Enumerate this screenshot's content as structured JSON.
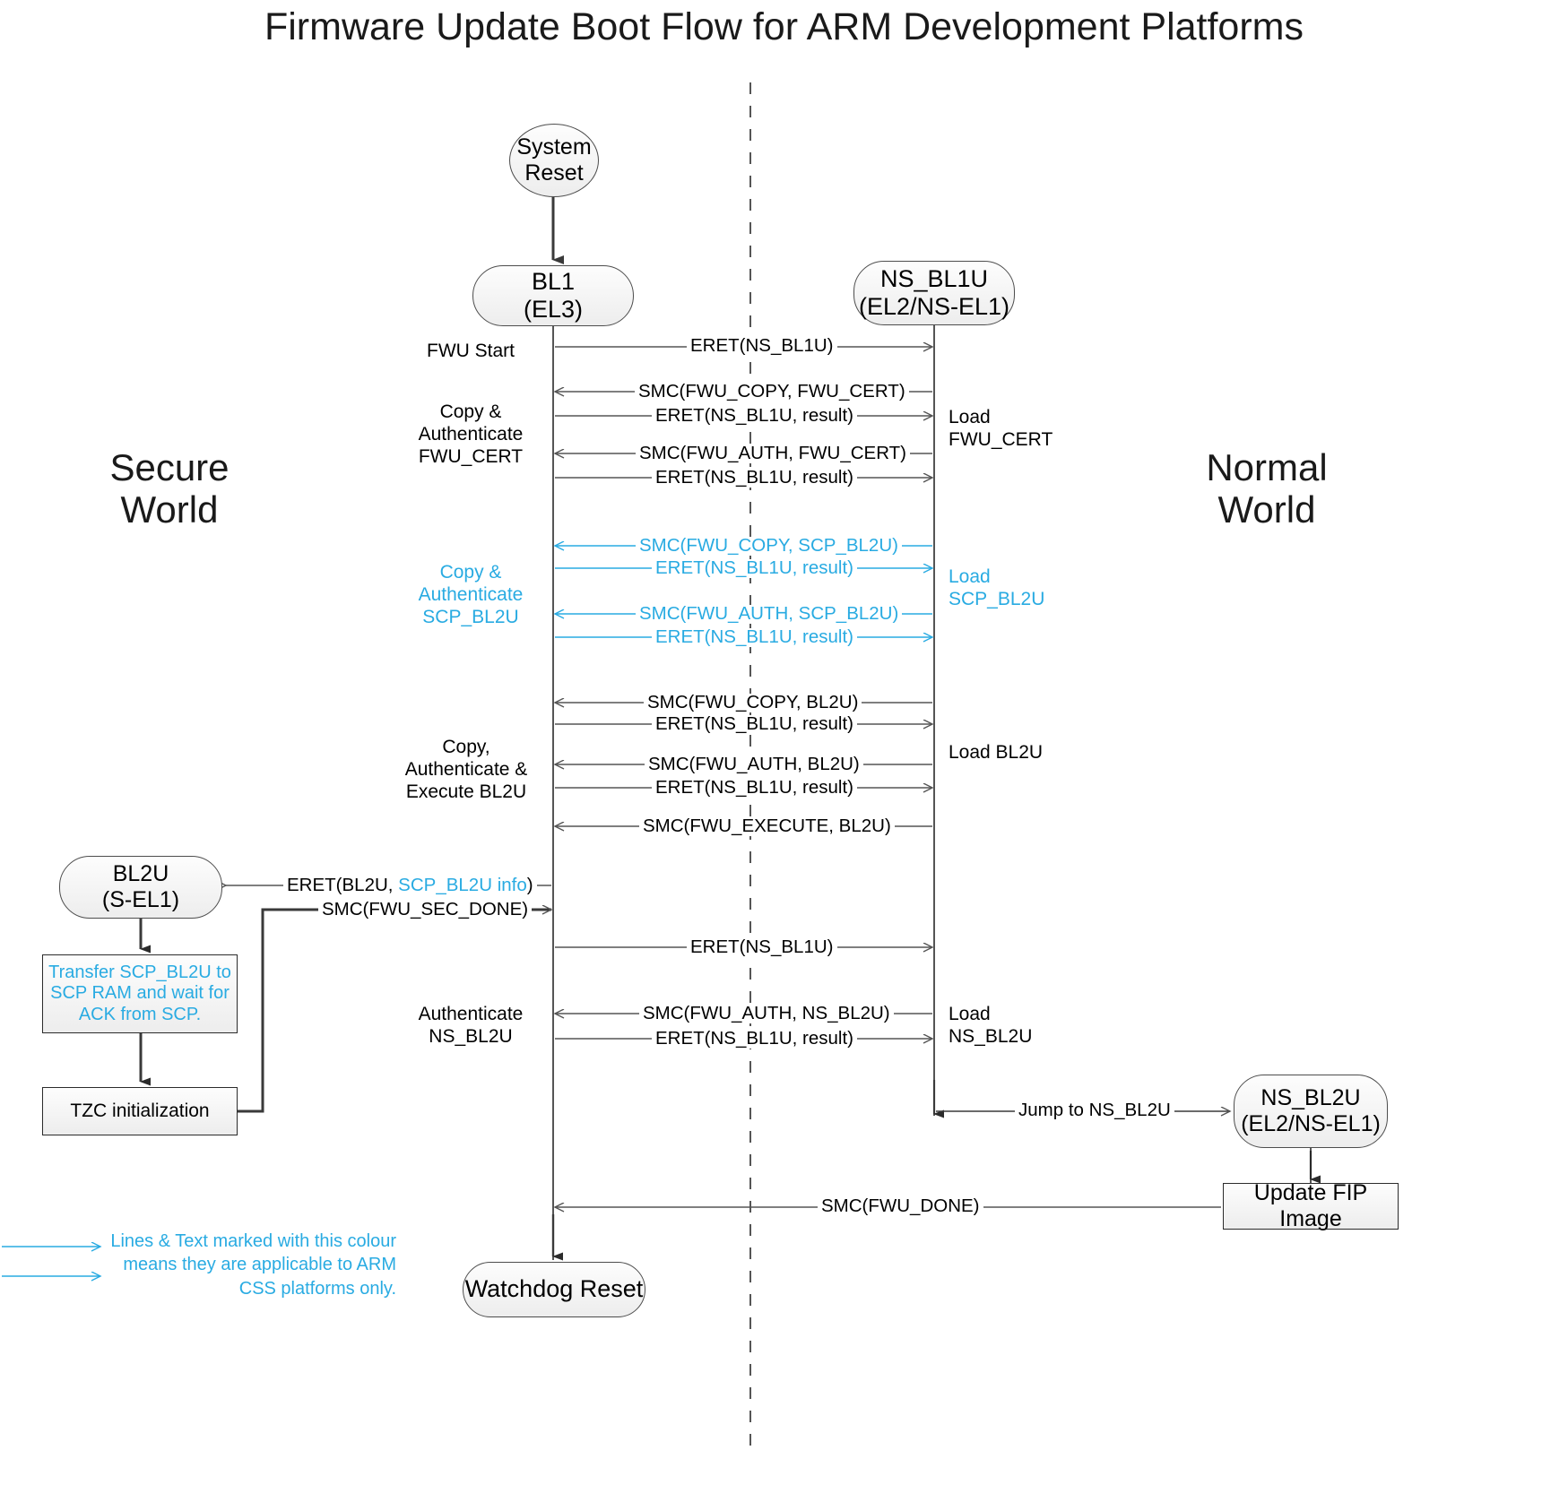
{
  "title": "Firmware Update Boot Flow for ARM Development Platforms",
  "worlds": {
    "secure": "Secure\nWorld",
    "normal": "Normal\nWorld"
  },
  "colors": {
    "css_accent": "#29ABE2",
    "line": "#4d4d4d",
    "text": "#000000",
    "node_fill_top": "#fdfdfd",
    "node_fill_bottom": "#ededed"
  },
  "nodes": {
    "system_reset": "System\nReset",
    "bl1": "BL1\n(EL3)",
    "ns_bl1u": "NS_BL1U\n(EL2/NS-EL1)",
    "bl2u": "BL2U\n(S-EL1)",
    "transfer_box": "Transfer SCP_BL2U to SCP RAM and wait for ACK from SCP.",
    "tzc_box": "TZC initialization",
    "ns_bl2u": "NS_BL2U\n(EL2/NS-EL1)",
    "update_fip": "Update FIP Image",
    "watchdog": "Watchdog Reset"
  },
  "side_labels": {
    "fwu_start": "FWU Start",
    "copy_auth_fwu_cert": "Copy &\nAuthenticate\nFWU_CERT",
    "load_fwu_cert": "Load\nFWU_CERT",
    "copy_auth_scp_bl2u": "Copy &\nAuthenticate\nSCP_BL2U",
    "load_scp_bl2u": "Load\nSCP_BL2U",
    "copy_auth_exec_bl2u": "Copy,\nAuthenticate &\nExecute BL2U",
    "load_bl2u": "Load BL2U",
    "authenticate_ns_bl2u": "Authenticate\nNS_BL2U",
    "load_ns_bl2u": "Load\nNS_BL2U"
  },
  "messages": [
    {
      "id": "m1",
      "label": "ERET(NS_BL1U)",
      "css_only": false
    },
    {
      "id": "m2",
      "label": "SMC(FWU_COPY, FWU_CERT)",
      "css_only": false
    },
    {
      "id": "m3",
      "label": "ERET(NS_BL1U, result)",
      "css_only": false
    },
    {
      "id": "m4",
      "label": "SMC(FWU_AUTH, FWU_CERT)",
      "css_only": false
    },
    {
      "id": "m5",
      "label": "ERET(NS_BL1U, result)",
      "css_only": false
    },
    {
      "id": "m6",
      "label": "SMC(FWU_COPY, SCP_BL2U)",
      "css_only": true
    },
    {
      "id": "m7",
      "label": "ERET(NS_BL1U, result)",
      "css_only": true
    },
    {
      "id": "m8",
      "label": "SMC(FWU_AUTH, SCP_BL2U)",
      "css_only": true
    },
    {
      "id": "m9",
      "label": "ERET(NS_BL1U, result)",
      "css_only": true
    },
    {
      "id": "m10",
      "label": "SMC(FWU_COPY, BL2U)",
      "css_only": false
    },
    {
      "id": "m11",
      "label": "ERET(NS_BL1U, result)",
      "css_only": false
    },
    {
      "id": "m12",
      "label": "SMC(FWU_AUTH, BL2U)",
      "css_only": false
    },
    {
      "id": "m13",
      "label": "ERET(NS_BL1U, result)",
      "css_only": false
    },
    {
      "id": "m14",
      "label": "SMC(FWU_EXECUTE, BL2U)",
      "css_only": false
    },
    {
      "id": "m15",
      "label": "SMC(FWU_SEC_DONE)",
      "css_only": false
    },
    {
      "id": "m16",
      "label": "ERET(NS_BL1U)",
      "css_only": false
    },
    {
      "id": "m17",
      "label": "SMC(FWU_AUTH, NS_BL2U)",
      "css_only": false
    },
    {
      "id": "m18",
      "label": "ERET(NS_BL1U, result)",
      "css_only": false
    },
    {
      "id": "m19",
      "label": "Jump to NS_BL2U",
      "css_only": false
    },
    {
      "id": "m20",
      "label": "SMC(FWU_DONE)",
      "css_only": false
    }
  ],
  "eret_bl2u": {
    "prefix": "ERET(BL2U, ",
    "highlight": "SCP_BL2U info",
    "suffix": ")"
  },
  "legend": {
    "text": "Lines & Text marked with this colour means they are applicable to ARM CSS platforms only."
  }
}
